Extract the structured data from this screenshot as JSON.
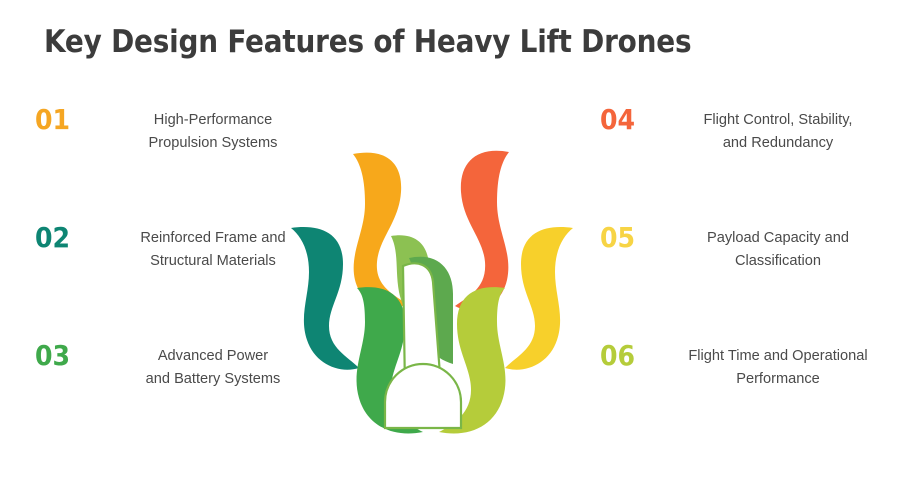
{
  "page": {
    "background": "#ffffff",
    "title": "Key Design Features of Heavy Lift Drones",
    "title_color": "#3c3c3c"
  },
  "left_column": {
    "items": [
      {
        "number": "01",
        "color": "#F5A623",
        "line1": "High-Performance",
        "line2": "Propulsion Systems"
      },
      {
        "number": "02",
        "color": "#0E8573",
        "line1": "Reinforced Frame and",
        "line2": "Structural Materials"
      },
      {
        "number": "03",
        "color": "#3FA94B",
        "line1": "Advanced Power",
        "line2": "and Battery Systems"
      }
    ]
  },
  "right_column": {
    "items": [
      {
        "number": "04",
        "color": "#F4653B",
        "line1": "Flight Control, Stability,",
        "line2": "and Redundancy"
      },
      {
        "number": "05",
        "color": "#F7D445",
        "line1": "Payload Capacity and",
        "line2": "Classification"
      },
      {
        "number": "06",
        "color": "#B5CC3A",
        "line1": "Flight Time and Operational",
        "line2": "Performance"
      }
    ]
  },
  "illustration": {
    "name": "stylized-plant-leaves-graphic",
    "outline_color": "#7AB648",
    "leaves": [
      {
        "name": "leaf-teal-outer-left",
        "color": "#0E8573"
      },
      {
        "name": "leaf-orange-left",
        "color": "#F7A81B"
      },
      {
        "name": "leaf-coral-right",
        "color": "#F4653B"
      },
      {
        "name": "leaf-yellow-outer-right",
        "color": "#F7D02B"
      },
      {
        "name": "leaf-green-inner-left",
        "color": "#3FA94B"
      },
      {
        "name": "leaf-lime-inner-right",
        "color": "#B5CC3A"
      },
      {
        "name": "leaf-lightgreen-center",
        "color": "#8CC152"
      },
      {
        "name": "leaf-midgreen-center",
        "color": "#5DA94E"
      },
      {
        "name": "vase-body-center",
        "color": "#ffffff"
      },
      {
        "name": "vase-dome-base",
        "color": "#ffffff"
      }
    ]
  }
}
